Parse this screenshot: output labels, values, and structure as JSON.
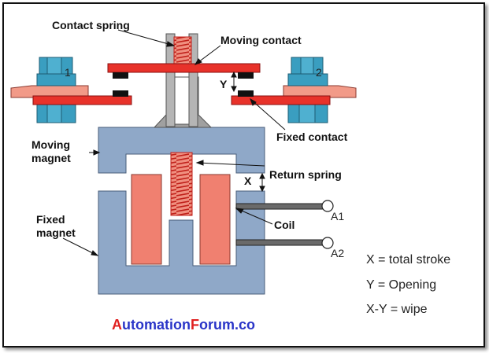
{
  "labels": {
    "contact_spring": "Contact spring",
    "moving_contact": "Moving contact",
    "fixed_contact": "Fixed contact",
    "moving_magnet_l1": "Moving",
    "moving_magnet_l2": "magnet",
    "return_spring": "Return spring",
    "fixed_magnet_l1": "Fixed",
    "fixed_magnet_l2": "magnet",
    "coil": "Coil",
    "x_mark": "X",
    "y_mark": "Y",
    "terminal_1": "1",
    "terminal_2": "2",
    "a1": "A1",
    "a2": "A2"
  },
  "legend": [
    {
      "text": "X = total stroke"
    },
    {
      "text": "Y = Opening"
    },
    {
      "text": "X-Y = wipe"
    }
  ],
  "brand": {
    "cap_a": "A",
    "part_1": "utomation",
    "cap_f": "F",
    "part_2": "orum.co"
  },
  "colors": {
    "magnet": "#8fa8c8",
    "coil": "#f08070",
    "contact": "#e8322a",
    "nut": "#3a9ec0",
    "terminal_plate": "#f29a88",
    "brand_red": "#e02020",
    "brand_blue": "#2a35c8"
  }
}
